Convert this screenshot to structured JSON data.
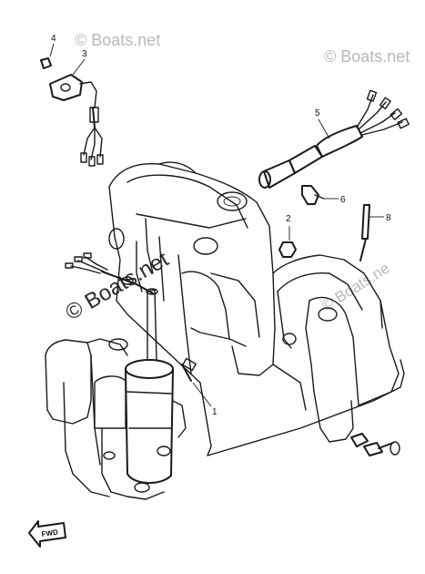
{
  "watermarks": {
    "top_left": "© Boats.net",
    "top_right": "© Boats.net",
    "center": "© Boats.net",
    "right_edge": "© Boats.ne"
  },
  "callouts": {
    "c1": "1",
    "c2": "2",
    "c3": "3",
    "c4": "4",
    "c5": "5",
    "c6": "6",
    "c8": "8"
  },
  "fwd_label": "FWD"
}
